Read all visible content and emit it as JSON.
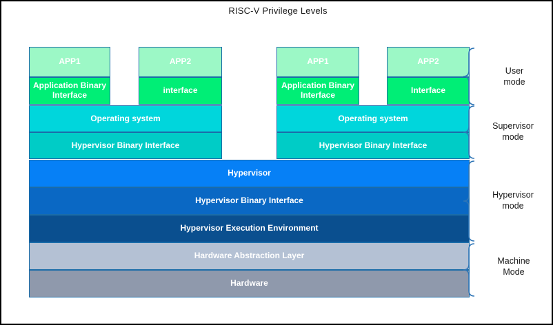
{
  "diagram": {
    "title": "RISC-V Privilege Levels",
    "accent_brace_color": "#2E75B6",
    "border_color": "#1B6CA8",
    "frame_border_color": "#000000",
    "background": "#ffffff",
    "groups": [
      {
        "name": "left-guest",
        "apps": [
          {
            "app_label": "APP1",
            "interface_label": "Application Binary Interface",
            "app_color": "#9CF8C6",
            "interface_color": "#00EE76"
          },
          {
            "app_label": "APP2",
            "interface_label": "interface",
            "app_color": "#9CF8C6",
            "interface_color": "#00EE76"
          }
        ],
        "os_label": "Operating system",
        "sbi_label": "Hypervisor Binary Interface",
        "os_color": "#00D6DC",
        "sbi_color": "#00CCC6"
      },
      {
        "name": "right-guest",
        "apps": [
          {
            "app_label": "APP1",
            "interface_label": "Application Binary Interface",
            "app_color": "#9CF8C6",
            "interface_color": "#00EE76"
          },
          {
            "app_label": "APP2",
            "interface_label": "Interface",
            "app_color": "#9CF8C6",
            "interface_color": "#00EE76"
          }
        ],
        "os_label": "Operating system",
        "sbi_label": "Hypervisor Binary Interface",
        "os_color": "#00D6DC",
        "sbi_color": "#00CCC6"
      }
    ],
    "stack": [
      {
        "key": "hypervisor",
        "label": "Hypervisor",
        "color": "#0680F6"
      },
      {
        "key": "hypervisor_binary_interface",
        "label": "Hypervisor Binary Interface",
        "color": "#0A68C4"
      },
      {
        "key": "hypervisor_execution_environment",
        "label": "Hypervisor Execution Environment",
        "color": "#0A4F8F"
      },
      {
        "key": "hardware_abstraction_layer",
        "label": "Hardware Abstraction Layer",
        "color": "#B4C1D4"
      },
      {
        "key": "hardware",
        "label": "Hardware",
        "color": "#8F99AC"
      }
    ],
    "modes": [
      {
        "key": "user",
        "line1": "User",
        "line2": "mode"
      },
      {
        "key": "supervisor",
        "line1": "Supervisor",
        "line2": "mode"
      },
      {
        "key": "hypervisor",
        "line1": "Hypervisor",
        "line2": "mode"
      },
      {
        "key": "machine",
        "line1": "Machine",
        "line2": "Mode"
      }
    ]
  }
}
